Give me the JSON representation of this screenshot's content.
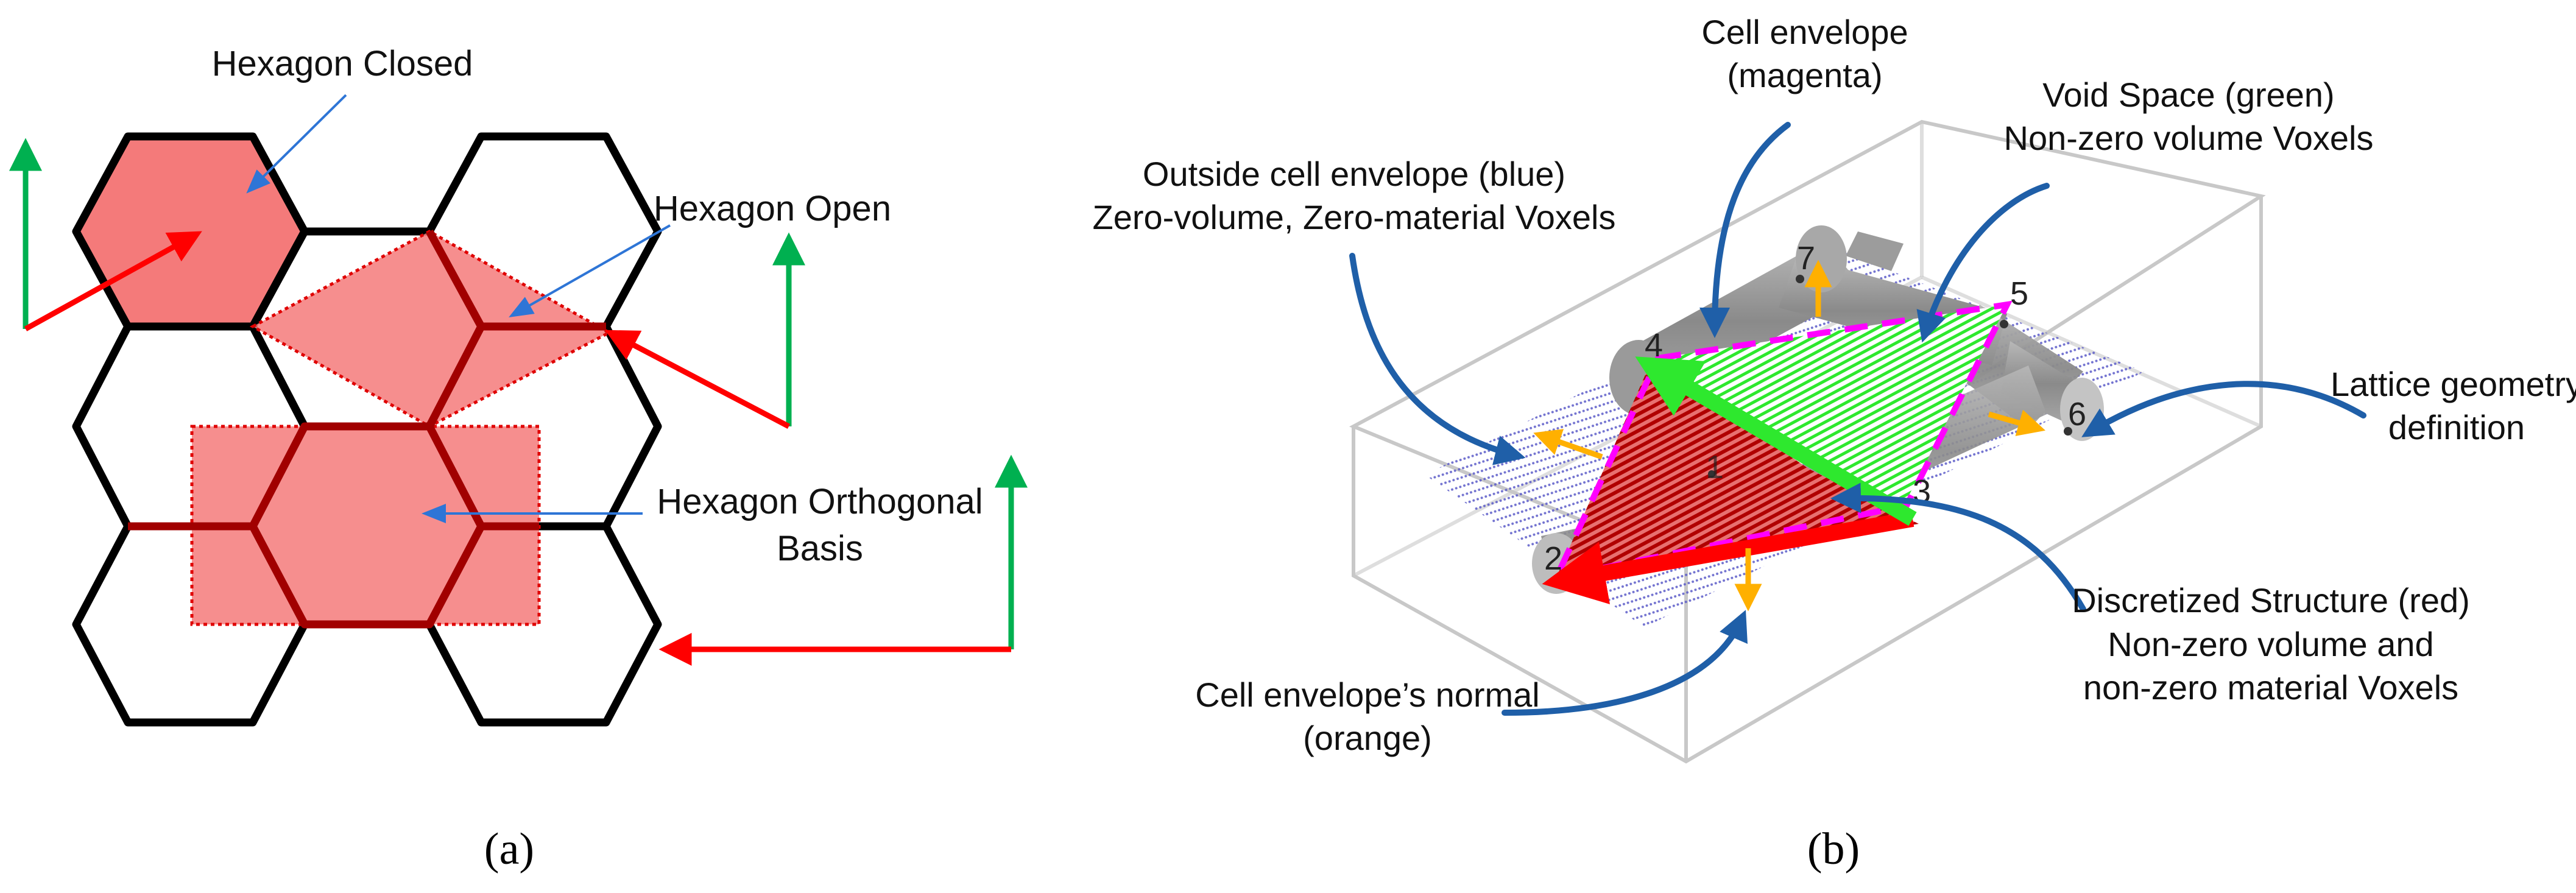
{
  "panel_a": {
    "caption": "(a)",
    "labels": {
      "closed": "Hexagon Closed",
      "open": "Hexagon Open",
      "ortho_line1": "Hexagon Orthogonal",
      "ortho_line2": "Basis"
    }
  },
  "panel_b": {
    "caption": "(b)",
    "labels": {
      "cell_env_1": "Cell envelope",
      "cell_env_2": "(magenta)",
      "void_1": "Void Space (green)",
      "void_2": "Non-zero volume Voxels",
      "outside_1": "Outside cell envelope (blue)",
      "outside_2": "Zero-volume, Zero-material Voxels",
      "lattice_1": "Lattice geometry",
      "lattice_2": "definition",
      "disc_1": "Discretized Structure (red)",
      "disc_2": "Non-zero volume and",
      "disc_3": "non-zero material Voxels",
      "normal_1": "Cell envelope’s normal",
      "normal_2": "(orange)"
    },
    "node_numbers": [
      "1",
      "2",
      "3",
      "4",
      "5",
      "6",
      "7"
    ]
  },
  "colors": {
    "hex_fill": "#f47a7a",
    "red": "#ff0000",
    "green": "#00b050",
    "blue_callout": "#1f5fa8",
    "thin_callout": "#2e75d6",
    "magenta": "#ff00ff",
    "orange": "#ffb000",
    "void_green": "#2ee82e",
    "struct_red": "#c00000",
    "voxel_blue": "#5a5ac8",
    "box_gray": "#c8c8c8",
    "cylinder_gray": "#8c8c8c"
  }
}
